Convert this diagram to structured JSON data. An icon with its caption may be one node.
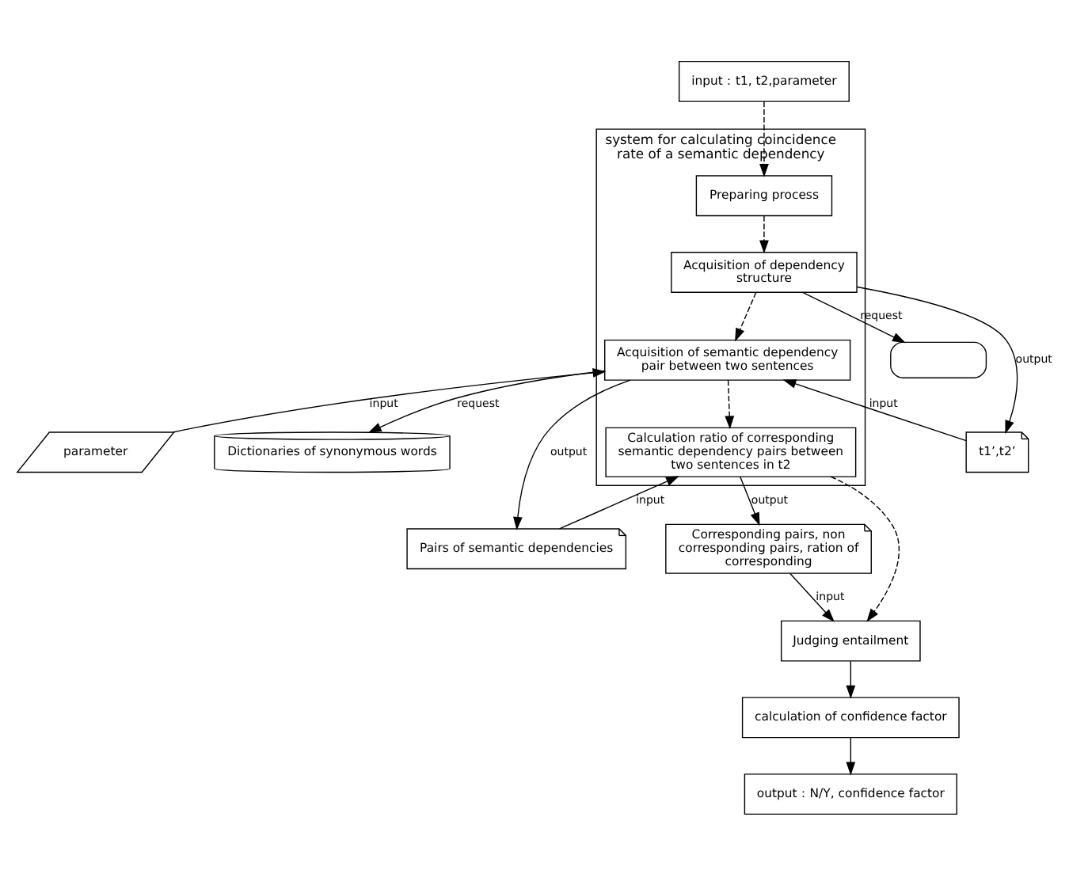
{
  "diagram": {
    "nodes": [
      {
        "text": [
          "input：t1, t2,parameter"
        ]
      },
      {
        "text": [
          "system for calculating coincidence rate of a semantic dependency"
        ]
      },
      {
        "text": [
          "Preparing process"
        ],
        "in": 1
      },
      {
        "text": [
          "Acquisition of dependency structure"
        ],
        "in": 1
      },
      {
        "text": [
          "Acquisition of semantic dependency pair between two sentences"
        ],
        "in": 1
      },
      {
        "text": [
          "Calculation ratio of corresponding semantic dependency pairs between two sentences in t2"
        ],
        "in": 1
      },
      {
        "text": [],
        "shape": "box"
      },
      {
        "text": [
          "t1’,t2’"
        ]
      },
      {
        "text": [
          "parameter"
        ]
      },
      {
        "text": [
          "Dictionaries of synonymous words"
        ]
      },
      {
        "text": [
          "Pairs of semantic dependencies"
        ]
      },
      {
        "text": [
          "Corresponding pairs, non corresponding pairs, ration of corresponding"
        ]
      },
      {
        "text": [
          "Judging entailment"
        ]
      },
      {
        "text": [
          "calculation of confidence factor"
        ]
      },
      {
        "text": [
          "output：N/Y, confidence factor"
        ]
      }
    ],
    "edges": [
      {
        "from": 0,
        "to": 2,
        "arrow": "to",
        "style": "dashed"
      },
      {
        "from": 2,
        "to": 3,
        "arrow": "to",
        "style": "dashed"
      },
      {
        "from": 3,
        "to": 4,
        "arrow": "to",
        "style": "dashed"
      },
      {
        "from": 4,
        "to": 5,
        "arrow": "to",
        "style": "dashed"
      },
      {
        "from": 5,
        "to": 12,
        "arrow": "to",
        "style": "dashed"
      },
      {
        "from": 12,
        "to": 13,
        "arrow": "to"
      },
      {
        "from": 13,
        "to": 14,
        "arrow": "to"
      },
      {
        "from": 3,
        "to": 6,
        "arrow": "to",
        "label": "request"
      },
      {
        "from": 3,
        "to": 7,
        "arrow": "to",
        "label": "output"
      },
      {
        "from": 7,
        "to": 4,
        "arrow": "to",
        "label": "input"
      },
      {
        "from": 8,
        "to": 4,
        "arrow": "to",
        "label": "input"
      },
      {
        "from": 4,
        "to": 9,
        "arrow": "to",
        "label": "request"
      },
      {
        "from": 4,
        "to": 10,
        "arrow": "to",
        "label": "output"
      },
      {
        "from": 10,
        "to": 5,
        "arrow": "to",
        "label": "input"
      },
      {
        "from": 5,
        "to": 11,
        "arrow": "to",
        "label": "output"
      },
      {
        "from": 11,
        "to": 12,
        "arrow": "to",
        "label": "input"
      }
    ]
  }
}
